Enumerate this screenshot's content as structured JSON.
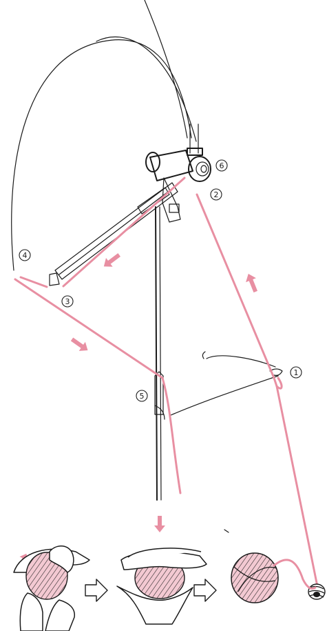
{
  "colors": {
    "yarn": "#e88fa2",
    "ball_fill": "#f3c9d2",
    "line": "#1a1a1a",
    "background": "#ffffff"
  },
  "markers": [
    {
      "id": "1",
      "glyph": "1"
    },
    {
      "id": "2",
      "glyph": "2"
    },
    {
      "id": "3",
      "glyph": "3"
    },
    {
      "id": "4",
      "glyph": "4"
    },
    {
      "id": "5",
      "glyph": "5"
    },
    {
      "id": "6",
      "glyph": "6"
    }
  ],
  "steps": [
    {
      "name": "wind-on-fingers",
      "icon": "yarn-ball-in-hand-icon"
    },
    {
      "name": "press-between-hands",
      "icon": "yarn-ball-pressed-icon"
    },
    {
      "name": "finished-ball",
      "icon": "yarn-ball-icon"
    }
  ],
  "icons": [
    "direction-arrow-icon",
    "hollow-arrow-icon",
    "yarn-cone-icon"
  ]
}
